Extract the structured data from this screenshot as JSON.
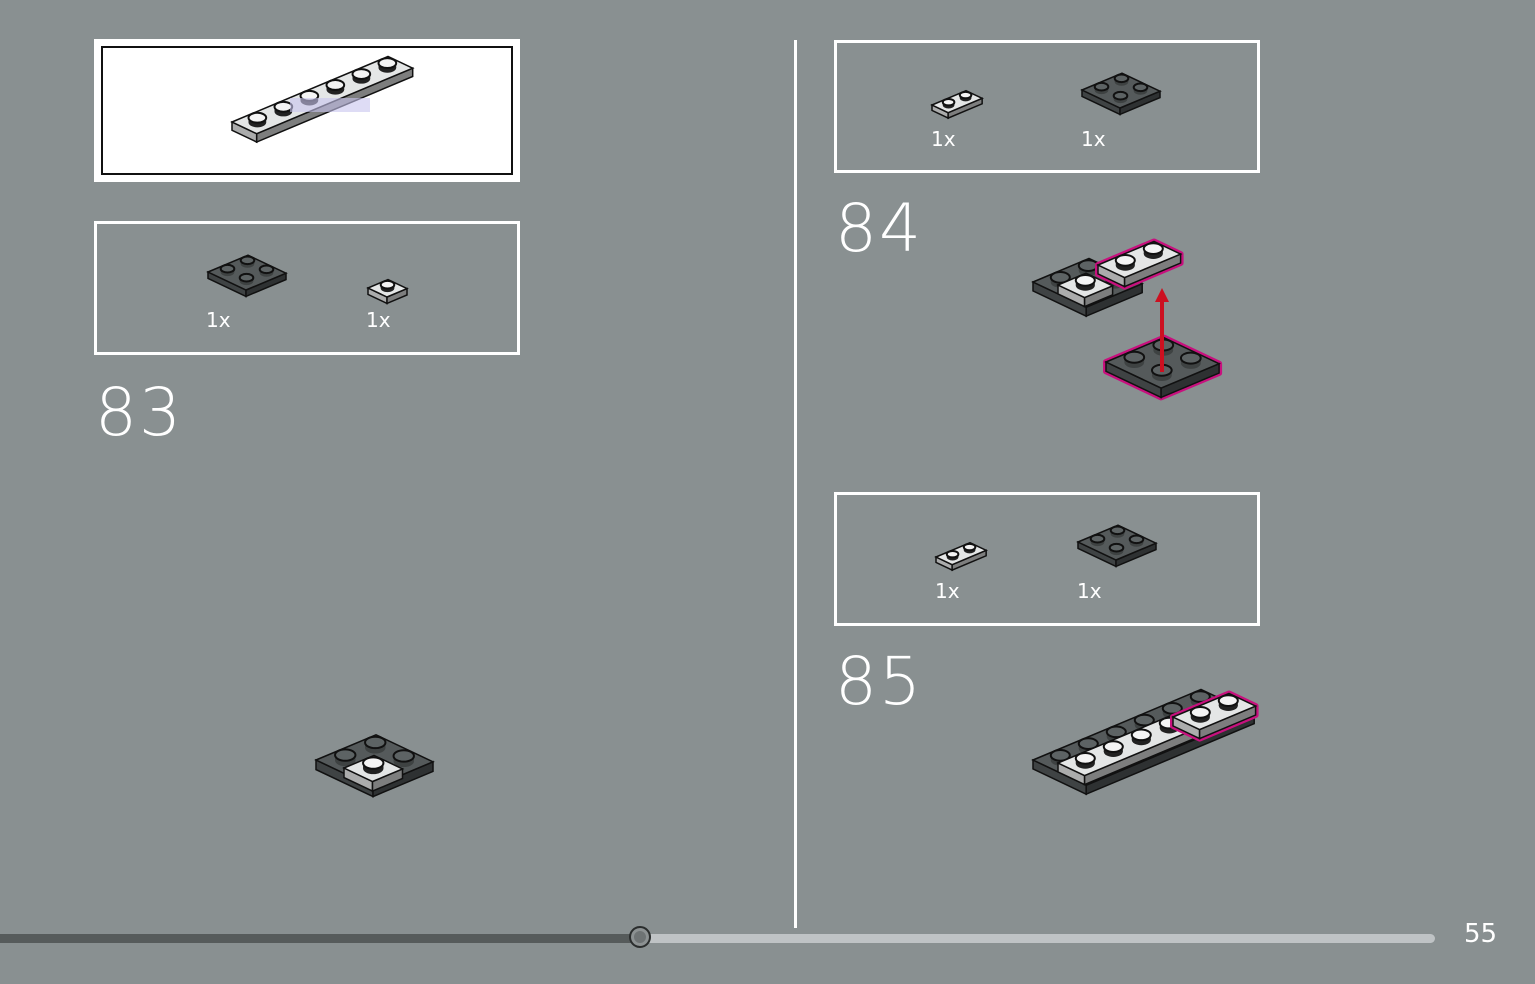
{
  "colors": {
    "background": "#899091",
    "dark_part": "#555a5b",
    "light_part": "#e4e6e6",
    "highlight": "#c8107e",
    "arrow": "#cc1020"
  },
  "left_page": {
    "parts_box": {
      "parts": [
        {
          "qty": "1x",
          "color": "dark",
          "type": "plate-2x2-jumper"
        },
        {
          "qty": "1x",
          "color": "light",
          "type": "plate-1x1-round"
        }
      ]
    },
    "step_number": "83"
  },
  "right_page": {
    "steps": [
      {
        "parts_box": {
          "parts": [
            {
              "qty": "1x",
              "color": "light",
              "type": "plate-1x2"
            },
            {
              "qty": "1x",
              "color": "dark",
              "type": "plate-2x2-jumper"
            }
          ]
        },
        "step_number": "84"
      },
      {
        "parts_box": {
          "parts": [
            {
              "qty": "1x",
              "color": "light",
              "type": "plate-1x2"
            },
            {
              "qty": "1x",
              "color": "dark",
              "type": "plate-2x2-jumper"
            }
          ]
        },
        "step_number": "85"
      }
    ]
  },
  "navigation": {
    "page_number": "55",
    "progress": 0.446
  }
}
